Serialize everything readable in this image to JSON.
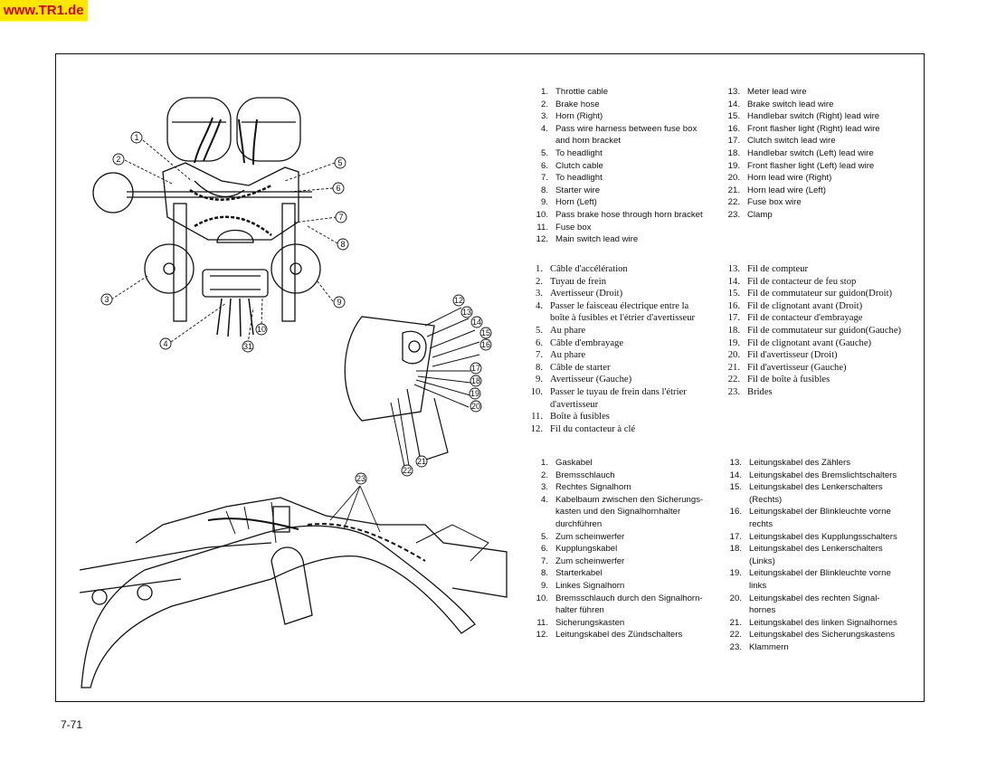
{
  "watermark": "www.TR1.de",
  "page_number": "7-71",
  "callouts": {
    "top": [
      "1",
      "2",
      "3",
      "4",
      "5",
      "6",
      "7",
      "8",
      "9",
      "10",
      "31"
    ],
    "headlight": [
      "12",
      "13",
      "14",
      "15",
      "16",
      "17",
      "18",
      "19",
      "20",
      "21",
      "22"
    ],
    "bottom": [
      "23"
    ]
  },
  "en": {
    "left": [
      {
        "n": "1.",
        "t": "Throttle cable"
      },
      {
        "n": "2.",
        "t": "Brake hose"
      },
      {
        "n": "3.",
        "t": "Horn (Right)"
      },
      {
        "n": "4.",
        "t": "Pass wire harness between fuse box"
      },
      {
        "n": "",
        "t": "and horn bracket"
      },
      {
        "n": "5.",
        "t": "To headlight"
      },
      {
        "n": "6.",
        "t": "Clutch cable"
      },
      {
        "n": "7.",
        "t": "To headlight"
      },
      {
        "n": "8.",
        "t": "Starter wire"
      },
      {
        "n": "9.",
        "t": "Horn (Left)"
      },
      {
        "n": "10.",
        "t": "Pass brake hose through horn bracket"
      },
      {
        "n": "11.",
        "t": "Fuse box"
      },
      {
        "n": "12.",
        "t": "Main switch lead wire"
      }
    ],
    "right": [
      {
        "n": "13.",
        "t": "Meter lead wire"
      },
      {
        "n": "14.",
        "t": "Brake switch lead wire"
      },
      {
        "n": "15.",
        "t": "Handlebar switch (Right) lead wire"
      },
      {
        "n": "16.",
        "t": "Front flasher light (Right) lead wire"
      },
      {
        "n": "17.",
        "t": "Clutch switch lead wire"
      },
      {
        "n": "18.",
        "t": "Handlebar switch (Left) lead wire"
      },
      {
        "n": "19.",
        "t": "Front flasher light (Left) lead wire"
      },
      {
        "n": "20.",
        "t": "Horn lead wire (Right)"
      },
      {
        "n": "21.",
        "t": "Horn lead wire (Left)"
      },
      {
        "n": "22.",
        "t": "Fuse box wire"
      },
      {
        "n": "23.",
        "t": "Clamp"
      }
    ]
  },
  "fr": {
    "left": [
      {
        "n": "1.",
        "t": "Câble d'accélération"
      },
      {
        "n": "2.",
        "t": "Tuyau de frein"
      },
      {
        "n": "3.",
        "t": "Avertisseur (Droit)"
      },
      {
        "n": "4.",
        "t": "Passer le faisceau électrique entre la"
      },
      {
        "n": "",
        "t": "boîte à fusibles et l'étrier d'avertisseur"
      },
      {
        "n": "5.",
        "t": "Au phare"
      },
      {
        "n": "6.",
        "t": "Câble d'embrayage"
      },
      {
        "n": "7.",
        "t": "Au phare"
      },
      {
        "n": "8.",
        "t": "Câble de starter"
      },
      {
        "n": "9.",
        "t": "Avertisseur (Gauche)"
      },
      {
        "n": "10.",
        "t": "Passer le tuyau de frein dans l'étrier"
      },
      {
        "n": "",
        "t": "d'avertisseur"
      },
      {
        "n": "11.",
        "t": "Boîte à fusibles"
      },
      {
        "n": "12.",
        "t": "Fil du contacteur à clé"
      }
    ],
    "right": [
      {
        "n": "13.",
        "t": "Fil de compteur"
      },
      {
        "n": "14.",
        "t": "Fil de contacteur de feu stop"
      },
      {
        "n": "15.",
        "t": "Fil de commutateur sur guidon(Droit)"
      },
      {
        "n": "16.",
        "t": "Fil de clignotant avant (Droit)"
      },
      {
        "n": "17.",
        "t": "Fil de contacteur d'embrayage"
      },
      {
        "n": "18.",
        "t": "Fil de commutateur sur guidon(Gauche)"
      },
      {
        "n": "19.",
        "t": "Fil de clignotant avant (Gauche)"
      },
      {
        "n": "20.",
        "t": "Fil d'avertisseur (Droit)"
      },
      {
        "n": "21.",
        "t": "Fil d'avertisseur (Gauche)"
      },
      {
        "n": "22.",
        "t": "Fil de boîte à fusibles"
      },
      {
        "n": "23.",
        "t": "Brides"
      }
    ]
  },
  "de": {
    "left": [
      {
        "n": "1.",
        "t": "Gaskabel"
      },
      {
        "n": "2.",
        "t": "Bremsschlauch"
      },
      {
        "n": "3.",
        "t": "Rechtes Signalhorn"
      },
      {
        "n": "4.",
        "t": "Kabelbaum zwischen den Sicherungs-"
      },
      {
        "n": "",
        "t": "kasten und den Signalhornhalter"
      },
      {
        "n": "",
        "t": "durchführen"
      },
      {
        "n": "5.",
        "t": "Zum scheinwerfer"
      },
      {
        "n": "6.",
        "t": "Kupplungskabel"
      },
      {
        "n": "7.",
        "t": "Zum scheinwerfer"
      },
      {
        "n": "8.",
        "t": "Starterkabel"
      },
      {
        "n": "9.",
        "t": "Linkes Signalhorn"
      },
      {
        "n": "10.",
        "t": "Bremsschlauch durch den Signalhorn-"
      },
      {
        "n": "",
        "t": "halter führen"
      },
      {
        "n": "11.",
        "t": "Sicherungskasten"
      },
      {
        "n": "12.",
        "t": "Leitungskabel des Zündschalters"
      }
    ],
    "right": [
      {
        "n": "13.",
        "t": "Leitungskabel des Zählers"
      },
      {
        "n": "14.",
        "t": "Leitungskabel des Bremslichtschalters"
      },
      {
        "n": "15.",
        "t": "Leitungskabel des Lenkerschalters"
      },
      {
        "n": "",
        "t": "(Rechts)"
      },
      {
        "n": "16.",
        "t": "Leitungskabel der Blinkleuchte vorne"
      },
      {
        "n": "",
        "t": "rechts"
      },
      {
        "n": "17.",
        "t": "Leitungskabel des Kupplungsschalters"
      },
      {
        "n": "18.",
        "t": "Leitungskabel des Lenkerschalters"
      },
      {
        "n": "",
        "t": "(Links)"
      },
      {
        "n": "19.",
        "t": "Leitungskabel der Blinkleuchte vorne"
      },
      {
        "n": "",
        "t": "links"
      },
      {
        "n": "20.",
        "t": "Leitungskabel des rechten Signal-"
      },
      {
        "n": "",
        "t": "hornes"
      },
      {
        "n": "21.",
        "t": "Leitungskabel des linken Signalhornes"
      },
      {
        "n": "22.",
        "t": "Leitungskabel des Sicherungskastens"
      },
      {
        "n": "23.",
        "t": "Klammern"
      }
    ]
  }
}
